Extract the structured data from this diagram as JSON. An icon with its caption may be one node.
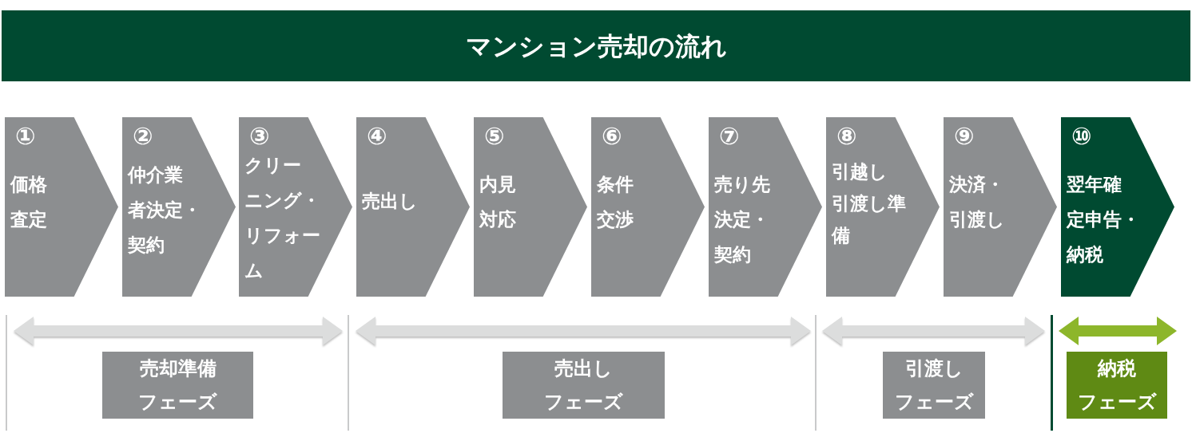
{
  "diagram": {
    "title": "マンション売却の流れ",
    "nodes": [
      {
        "text": [
          "①",
          "価格査定"
        ]
      },
      {
        "text": [
          "②",
          "仲介業者決定・契約"
        ]
      },
      {
        "text": [
          "③",
          "クリーニング・リフォーム"
        ]
      },
      {
        "text": [
          "④",
          "売出し"
        ]
      },
      {
        "text": [
          "⑤",
          "内見対応"
        ]
      },
      {
        "text": [
          "⑥",
          "条件交渉"
        ]
      },
      {
        "text": [
          "⑦",
          "売り先決定・契約"
        ]
      },
      {
        "text": [
          "⑧",
          "引越し引渡し準備"
        ]
      },
      {
        "text": [
          "⑨",
          "決済・引渡し"
        ]
      },
      {
        "text": [
          "⑩",
          "翌年確定申告・納税"
        ]
      },
      {
        "text": [],
        "shape": "arrow"
      },
      {
        "text": [],
        "shape": "arrow"
      },
      {
        "text": [],
        "shape": "arrow"
      },
      {
        "text": [],
        "shape": "arrow"
      },
      {
        "text": [
          "売却準備フェーズ"
        ]
      },
      {
        "text": [
          "売出しフェーズ"
        ]
      },
      {
        "text": [
          "引渡しフェーズ"
        ]
      },
      {
        "text": [
          "納税フェーズ"
        ]
      }
    ]
  }
}
